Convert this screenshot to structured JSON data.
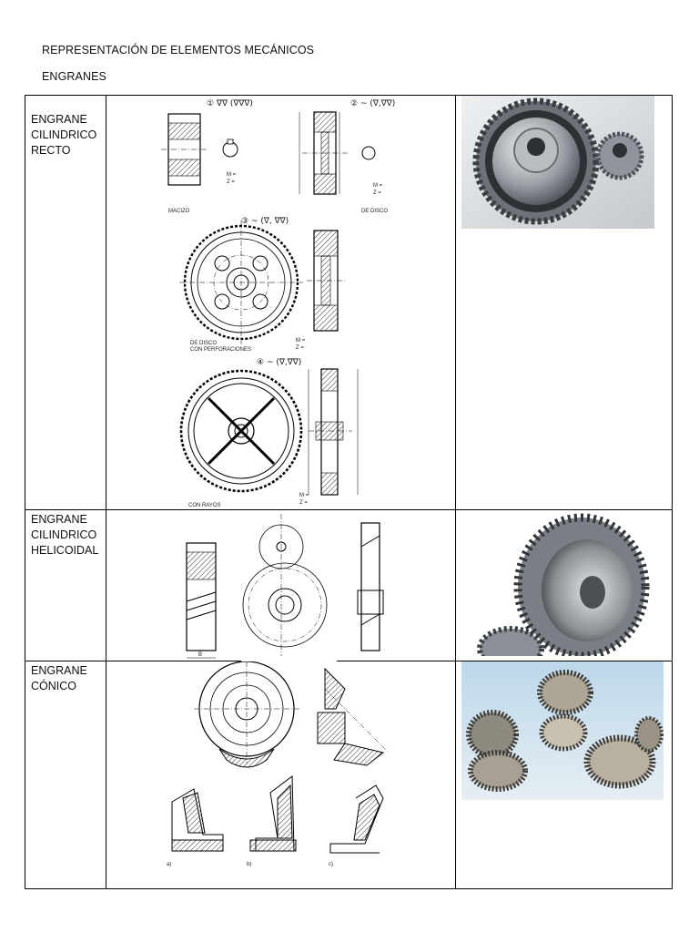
{
  "document": {
    "title": "REPRESENTACIÓN DE ELEMENTOS MECÁNICOS",
    "subtitle": "ENGRANES"
  },
  "rows": [
    {
      "label_lines": [
        "ENGRANE",
        "CILINDRICO",
        "RECTO"
      ],
      "drawing_notes": {
        "fig1_symbol": "① ∇∇ (∇∇∇)",
        "fig2_symbol": "② ~ (∇,∇∇)",
        "fig3_symbol": "③ ~ (∇, ∇∇)",
        "fig4_symbol": "④ ~ (∇,∇∇)",
        "fig1_caption": "MACIZO",
        "fig2_caption": "DE DISCO",
        "fig3_caption_1": "DE DISCO",
        "fig3_caption_2": "CON PERFORACIONES",
        "fig4_caption": "CON RAYOS",
        "m_label": "M =",
        "z_label": "Z ="
      },
      "photo_icon": "spur-gear-pair-photo"
    },
    {
      "label_lines": [
        "ENGRANE",
        "CILINDRICO",
        "HELICOIDAL"
      ],
      "drawing_notes": {
        "dim_b": "B"
      },
      "photo_icon": "helical-gear-photo"
    },
    {
      "label_lines": [
        "ENGRANE",
        "CÓNICO"
      ],
      "drawing_notes": {
        "sub_a": "a)",
        "sub_b": "b)",
        "sub_c": "c)"
      },
      "photo_icon": "bevel-gears-photo"
    }
  ],
  "colors": {
    "line": "#000000",
    "hatch": "#333333",
    "photo_bg": "#d8dde2"
  }
}
